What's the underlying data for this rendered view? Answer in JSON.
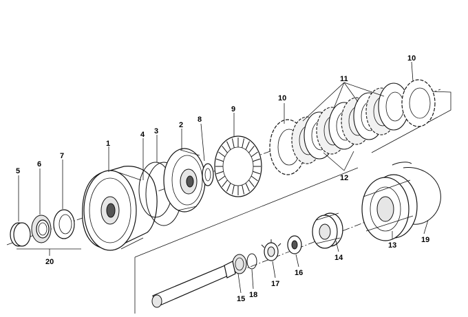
{
  "diagram": {
    "callouts": [
      "1",
      "2",
      "3",
      "4",
      "5",
      "6",
      "7",
      "8",
      "9",
      "10",
      "10",
      "11",
      "12",
      "13",
      "14",
      "15",
      "16",
      "17",
      "18",
      "19",
      "20"
    ]
  }
}
